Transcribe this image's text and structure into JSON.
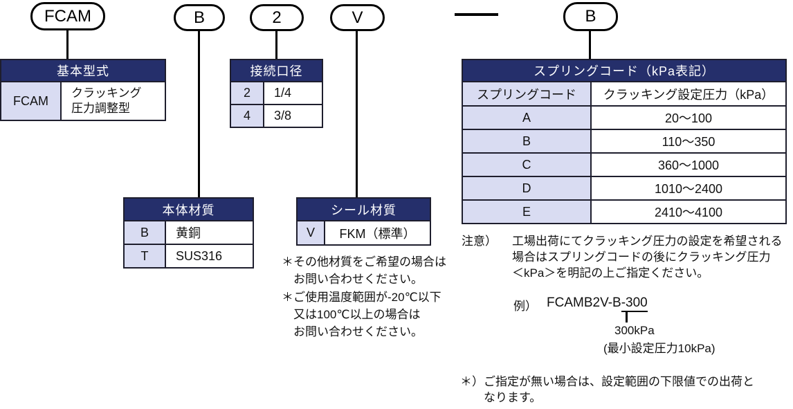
{
  "pills": [
    {
      "label": "FCAM"
    },
    {
      "label": "B"
    },
    {
      "label": "2"
    },
    {
      "label": "V"
    },
    {
      "label": "B"
    }
  ],
  "tables": {
    "basic_model": {
      "title": "基本型式",
      "rows": [
        {
          "code": "FCAM",
          "desc": "クラッキング\n圧力調整型"
        }
      ]
    },
    "port_size": {
      "title": "接続口径",
      "rows": [
        {
          "code": "2",
          "desc": "1/4"
        },
        {
          "code": "4",
          "desc": "3/8"
        }
      ]
    },
    "body_material": {
      "title": "本体材質",
      "rows": [
        {
          "code": "B",
          "desc": "黄銅"
        },
        {
          "code": "T",
          "desc": "SUS316"
        }
      ]
    },
    "seal_material": {
      "title": "シール材質",
      "rows": [
        {
          "code": "V",
          "desc": "FKM（標準）"
        }
      ]
    },
    "spring_code": {
      "title": "スプリングコード（kPa表記）",
      "col_headers": [
        "スプリングコード",
        "クラッキング設定圧力（kPa）"
      ],
      "rows": [
        {
          "code": "A",
          "desc": "20～100"
        },
        {
          "code": "B",
          "desc": "110～350"
        },
        {
          "code": "C",
          "desc": "360～1000"
        },
        {
          "code": "D",
          "desc": "1010～2400"
        },
        {
          "code": "E",
          "desc": "2410～4100"
        }
      ]
    }
  },
  "notes": {
    "seal_material_lines": [
      "＊その他材質をご希望の場合は",
      "　お問い合わせください。",
      "＊ご使用温度範囲が-20℃以下",
      "　又は100℃以上の場合は",
      "　お問い合わせください。"
    ],
    "caution_label": "注意）",
    "caution_lines": [
      "工場出荷にてクラッキング圧力の設定を希望される",
      "場合はスプリングコードの後にクラッキング圧力",
      "＜kPa＞を明記の上ご指定ください。"
    ],
    "example_label": "例）",
    "example_code_prefix": "FCAMB2V-B",
    "example_code_suffix": "-300",
    "example_pressure": "300kPa",
    "example_pressure_note": "(最小設定圧力10kPa)",
    "footnote_lines": [
      "＊）ご指定が無い場合は、設定範囲の下限値での出荷と",
      "　　なります。"
    ]
  },
  "colors": {
    "header_bg": "#252f6b",
    "code_cell_bg": "#d9dcf2",
    "table_border": "#1e1e2d",
    "line": "#000000"
  }
}
